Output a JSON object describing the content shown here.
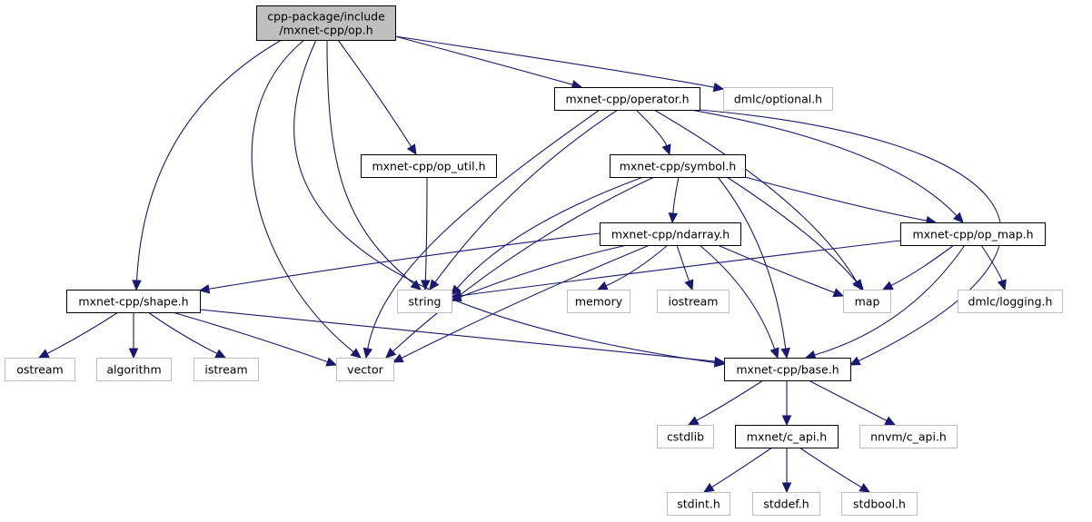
{
  "graph": {
    "title": "Include dependency graph for op.h",
    "colors": {
      "edge": "#191970",
      "root_fill": "#bfbfbf",
      "root_stroke": "#000000",
      "internal_fill": "#ffffff",
      "internal_stroke": "#000000",
      "external_fill": "#ffffff",
      "external_stroke": "#bfbfbf"
    },
    "nodes": [
      {
        "id": "op",
        "label_lines": [
          "cpp-package/include",
          "/mxnet-cpp/op.h"
        ],
        "kind": "root"
      },
      {
        "id": "operator",
        "label_lines": [
          "mxnet-cpp/operator.h"
        ],
        "kind": "internal"
      },
      {
        "id": "optional",
        "label_lines": [
          "dmlc/optional.h"
        ],
        "kind": "external"
      },
      {
        "id": "op_util",
        "label_lines": [
          "mxnet-cpp/op_util.h"
        ],
        "kind": "internal"
      },
      {
        "id": "symbol",
        "label_lines": [
          "mxnet-cpp/symbol.h"
        ],
        "kind": "internal"
      },
      {
        "id": "ndarray",
        "label_lines": [
          "mxnet-cpp/ndarray.h"
        ],
        "kind": "internal"
      },
      {
        "id": "op_map",
        "label_lines": [
          "mxnet-cpp/op_map.h"
        ],
        "kind": "internal"
      },
      {
        "id": "shape",
        "label_lines": [
          "mxnet-cpp/shape.h"
        ],
        "kind": "internal"
      },
      {
        "id": "string",
        "label_lines": [
          "string"
        ],
        "kind": "external"
      },
      {
        "id": "memory",
        "label_lines": [
          "memory"
        ],
        "kind": "external"
      },
      {
        "id": "iostream",
        "label_lines": [
          "iostream"
        ],
        "kind": "external"
      },
      {
        "id": "map",
        "label_lines": [
          "map"
        ],
        "kind": "external"
      },
      {
        "id": "logging",
        "label_lines": [
          "dmlc/logging.h"
        ],
        "kind": "external"
      },
      {
        "id": "ostream",
        "label_lines": [
          "ostream"
        ],
        "kind": "external"
      },
      {
        "id": "algorithm",
        "label_lines": [
          "algorithm"
        ],
        "kind": "external"
      },
      {
        "id": "istream",
        "label_lines": [
          "istream"
        ],
        "kind": "external"
      },
      {
        "id": "vector",
        "label_lines": [
          "vector"
        ],
        "kind": "external"
      },
      {
        "id": "base",
        "label_lines": [
          "mxnet-cpp/base.h"
        ],
        "kind": "internal"
      },
      {
        "id": "cstdlib",
        "label_lines": [
          "cstdlib"
        ],
        "kind": "external"
      },
      {
        "id": "c_api",
        "label_lines": [
          "mxnet/c_api.h"
        ],
        "kind": "internal"
      },
      {
        "id": "nnvm_c_api",
        "label_lines": [
          "nnvm/c_api.h"
        ],
        "kind": "external"
      },
      {
        "id": "stdint",
        "label_lines": [
          "stdint.h"
        ],
        "kind": "external"
      },
      {
        "id": "stddef",
        "label_lines": [
          "stddef.h"
        ],
        "kind": "external"
      },
      {
        "id": "stdbool",
        "label_lines": [
          "stdbool.h"
        ],
        "kind": "external"
      }
    ],
    "edges": [
      {
        "from": "op",
        "to": "operator"
      },
      {
        "from": "op",
        "to": "optional"
      },
      {
        "from": "op",
        "to": "op_util"
      },
      {
        "from": "op",
        "to": "shape"
      },
      {
        "from": "op",
        "to": "vector"
      },
      {
        "from": "op",
        "to": "base"
      },
      {
        "from": "op",
        "to": "string"
      },
      {
        "from": "operator",
        "to": "symbol"
      },
      {
        "from": "operator",
        "to": "string"
      },
      {
        "from": "operator",
        "to": "vector"
      },
      {
        "from": "operator",
        "to": "map"
      },
      {
        "from": "operator",
        "to": "op_map"
      },
      {
        "from": "operator",
        "to": "base"
      },
      {
        "from": "op_util",
        "to": "string"
      },
      {
        "from": "symbol",
        "to": "ndarray"
      },
      {
        "from": "symbol",
        "to": "string"
      },
      {
        "from": "symbol",
        "to": "vector"
      },
      {
        "from": "symbol",
        "to": "map"
      },
      {
        "from": "symbol",
        "to": "op_map"
      },
      {
        "from": "symbol",
        "to": "base"
      },
      {
        "from": "ndarray",
        "to": "shape"
      },
      {
        "from": "ndarray",
        "to": "string"
      },
      {
        "from": "ndarray",
        "to": "vector"
      },
      {
        "from": "ndarray",
        "to": "memory"
      },
      {
        "from": "ndarray",
        "to": "iostream"
      },
      {
        "from": "ndarray",
        "to": "map"
      },
      {
        "from": "ndarray",
        "to": "base"
      },
      {
        "from": "op_map",
        "to": "string"
      },
      {
        "from": "op_map",
        "to": "map"
      },
      {
        "from": "op_map",
        "to": "logging"
      },
      {
        "from": "op_map",
        "to": "base"
      },
      {
        "from": "shape",
        "to": "ostream"
      },
      {
        "from": "shape",
        "to": "algorithm"
      },
      {
        "from": "shape",
        "to": "istream"
      },
      {
        "from": "shape",
        "to": "vector"
      },
      {
        "from": "shape",
        "to": "base"
      },
      {
        "from": "base",
        "to": "cstdlib"
      },
      {
        "from": "base",
        "to": "c_api"
      },
      {
        "from": "base",
        "to": "nnvm_c_api"
      },
      {
        "from": "c_api",
        "to": "stdint"
      },
      {
        "from": "c_api",
        "to": "stddef"
      },
      {
        "from": "c_api",
        "to": "stdbool"
      }
    ]
  }
}
